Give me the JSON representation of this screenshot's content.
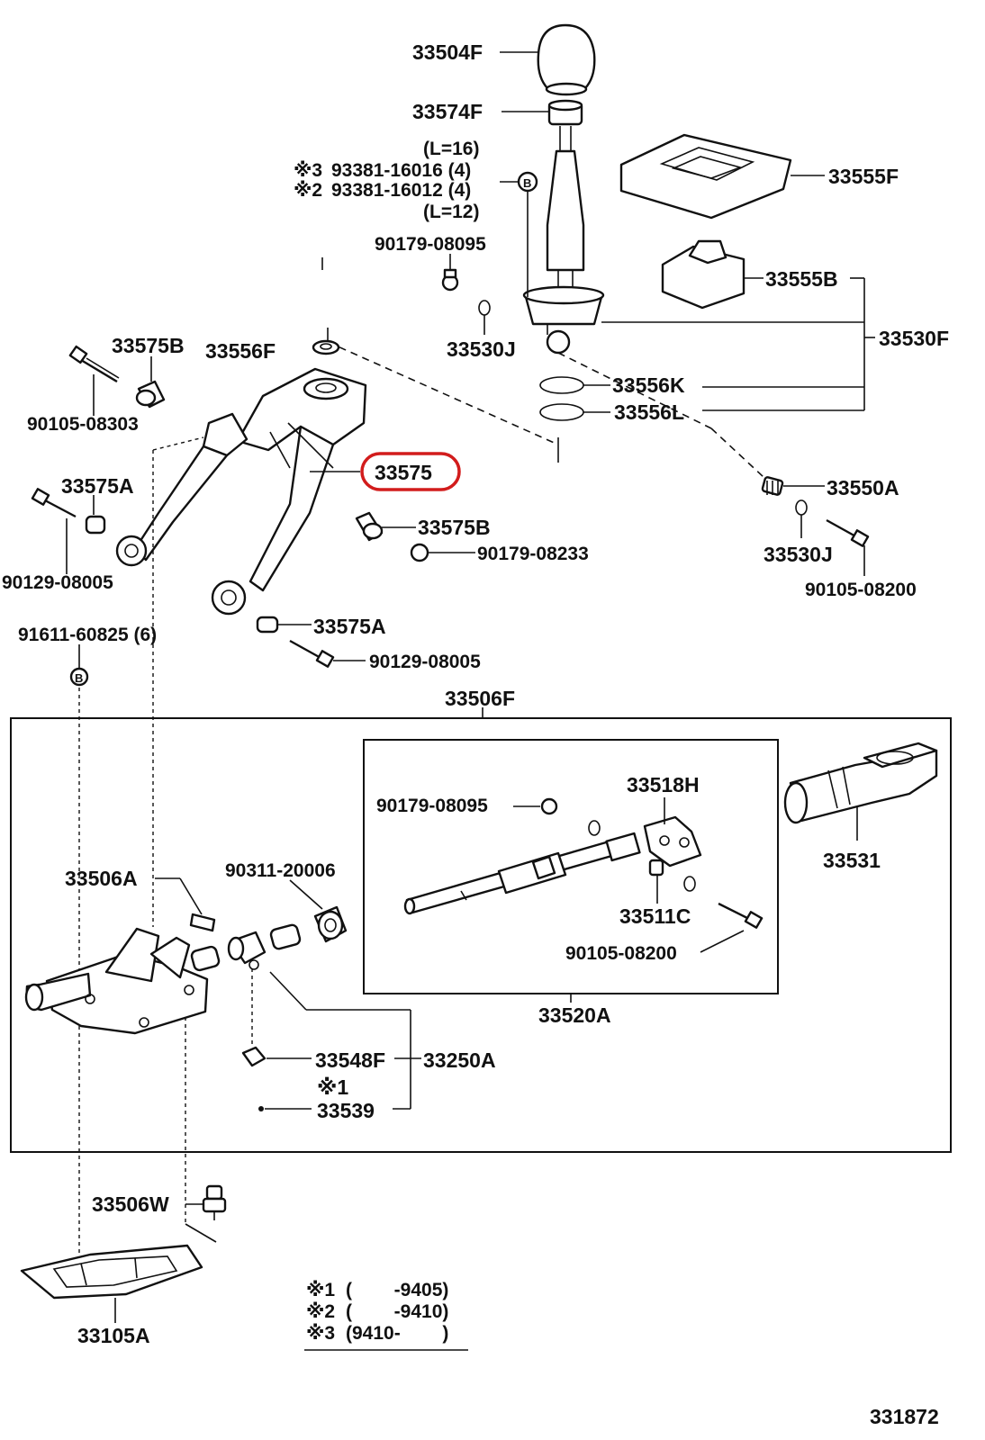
{
  "highlight_color": "#d21c1c",
  "labels": {
    "knob": "33504F",
    "knob_nut": "33574F",
    "l16": "(L=16)",
    "bolt3_mark": "※3",
    "bolt3": "93381-16016 (4)",
    "bolt2_mark": "※2",
    "bolt2": "93381-16012 (4)",
    "l12": "(L=12)",
    "nut_upper": "90179-08095",
    "boot": "33555F",
    "retainer": "33555B",
    "lever_assy": "33530F",
    "oring_top": "33530J",
    "seat_upper": "33556F",
    "bush_b_top": "33575B",
    "bolt_top_left": "90105-08303",
    "ring_k": "33556K",
    "ring_l": "33556L",
    "retainer_main": "33575",
    "bush_a_left": "33575A",
    "bolt_left": "90129-08005",
    "bush_b_mid": "33575B",
    "nut_mid": "90179-08233",
    "spring": "33550A",
    "oring_right": "33530J",
    "bolt_right": "90105-08200",
    "bush_a_low": "33575A",
    "bolt_low": "90129-08005",
    "washer": "91611-60825 (6)",
    "housing_assy": "33506F",
    "cover": "33531",
    "nut_inner": "90179-08095",
    "yoke": "33518H",
    "pin": "33511C",
    "bolt_inner": "90105-08200",
    "shaft_assy": "33520A",
    "bolt_housing": "33506A",
    "bush_housing": "90311-20006",
    "plug": "33548F",
    "housing_sub": "33250A",
    "mark1": "※1",
    "pin_small": "33539",
    "breather": "33506W",
    "base": "33105A",
    "diagram_id": "331872"
  },
  "legend": [
    {
      "mark": "※1",
      "range": "(        -9405)"
    },
    {
      "mark": "※2",
      "range": "(        -9410)"
    },
    {
      "mark": "※3",
      "range": "(9410-        )"
    }
  ]
}
